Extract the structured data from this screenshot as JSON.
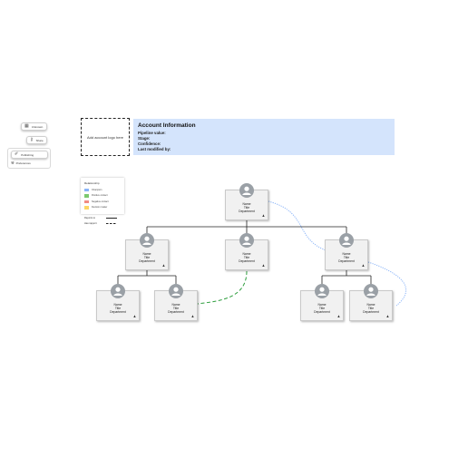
{
  "toolbar": {
    "btn1": {
      "label": "Unknown",
      "icon": "grid-icon"
    },
    "btn2": {
      "label": "Share",
      "icon": "key-icon"
    },
    "btn3": {
      "label": "Publishing",
      "icon": "brush-icon"
    },
    "btn4": {
      "label": "Preferences",
      "icon": "wrench-icon"
    }
  },
  "logo_placeholder": "Add account logo here",
  "account": {
    "title": "Account Information",
    "fields": [
      "Pipeline value:",
      "Stage:",
      "Confidence:",
      "Last modified by:"
    ]
  },
  "legend": {
    "title": "Relationship",
    "items": [
      {
        "label": "Champion",
        "color": "#8ab4f8"
      },
      {
        "label": "Positive contact",
        "color": "#7bc96f"
      },
      {
        "label": "Negative contact",
        "color": "#f28b82"
      },
      {
        "label": "Decision maker",
        "color": "#fdd663"
      }
    ],
    "line_keys": [
      {
        "label": "Reports to",
        "style": "solid"
      },
      {
        "label": "Has rapport",
        "style": "dashed"
      }
    ]
  },
  "cards": [
    {
      "id": "c1",
      "name": "Name",
      "title": "Title",
      "department": "Department"
    },
    {
      "id": "c2",
      "name": "Name",
      "title": "Title",
      "department": "Department"
    },
    {
      "id": "c3",
      "name": "Name",
      "title": "Title",
      "department": "Department"
    },
    {
      "id": "c4",
      "name": "Name",
      "title": "Title",
      "department": "Department"
    },
    {
      "id": "c5",
      "name": "Name",
      "title": "Title",
      "department": "Department"
    },
    {
      "id": "c6",
      "name": "Name",
      "title": "Title",
      "department": "Department"
    },
    {
      "id": "c7",
      "name": "Name",
      "title": "Title",
      "department": "Department"
    },
    {
      "id": "c8",
      "name": "Name",
      "title": "Title",
      "department": "Department"
    }
  ],
  "reports_to": [
    [
      "c2",
      "c1"
    ],
    [
      "c3",
      "c1"
    ],
    [
      "c4",
      "c1"
    ],
    [
      "c5",
      "c2"
    ],
    [
      "c6",
      "c2"
    ],
    [
      "c7",
      "c4"
    ],
    [
      "c8",
      "c4"
    ]
  ],
  "rapport_links": [
    {
      "from": "c3",
      "to": "c6",
      "color": "#2e9e3e"
    },
    {
      "from": "c1",
      "to": "c8",
      "color": "#8ab4f8"
    }
  ],
  "colors": {
    "reports_line": "#222222",
    "card_bg": "#f1f1f1",
    "avatar": "#9aa0a6",
    "account_bg": "#d4e4fc"
  }
}
